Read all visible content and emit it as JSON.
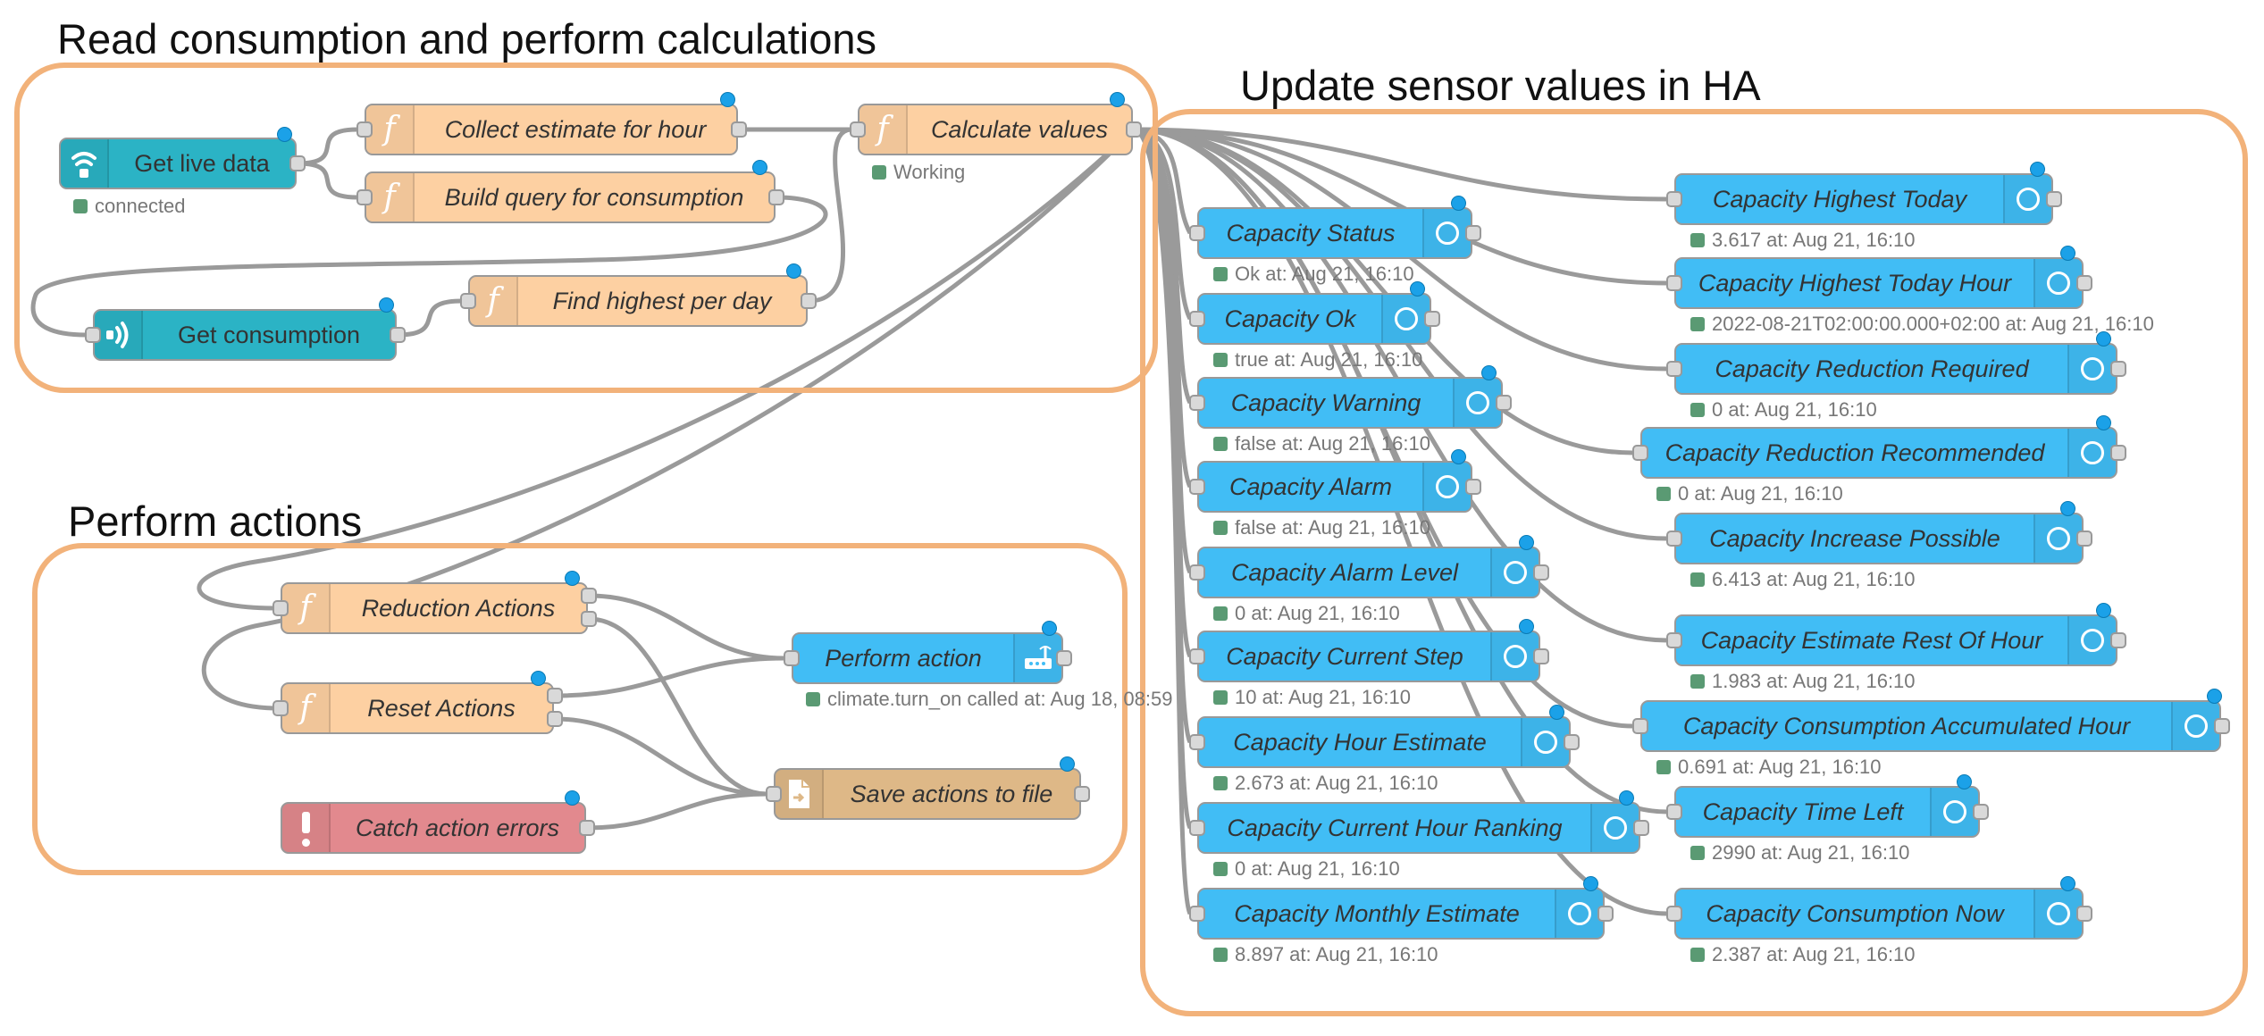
{
  "groups": [
    {
      "id": "read",
      "label": "Read consumption and perform calculations"
    },
    {
      "id": "update",
      "label": "Update sensor values in HA"
    },
    {
      "id": "actions",
      "label": "Perform actions"
    }
  ],
  "icons": {
    "function": "function-icon",
    "mqtt_in": "mqtt-in-icon",
    "mqtt_out": "mqtt-out-icon",
    "ha_entity": "ha-entity-icon",
    "service": "router-icon",
    "file": "file-icon",
    "catch": "exclamation-icon"
  },
  "colors": {
    "group_border": "#f2b27a",
    "function": "#fdd0a2",
    "ha_entity": "#41bdf5",
    "mqtt": "#2bb3c5",
    "file": "#deb887",
    "catch": "#e2898e",
    "status_ok": "#5a9a73",
    "changed_dot": "#1ba1e8",
    "wire": "#999999"
  },
  "nodes": {
    "get_live_data": {
      "label": "Get live data",
      "status": "connected"
    },
    "collect_estimate": {
      "label": "Collect estimate for hour"
    },
    "build_query": {
      "label": "Build query for consumption"
    },
    "calculate_values": {
      "label": "Calculate values",
      "status": "Working"
    },
    "get_consumption": {
      "label": "Get consumption"
    },
    "find_highest": {
      "label": "Find highest per day"
    },
    "reduction_actions": {
      "label": "Reduction Actions"
    },
    "reset_actions": {
      "label": "Reset Actions"
    },
    "catch_errors": {
      "label": "Catch action errors"
    },
    "perform_action": {
      "label": "Perform action",
      "status": "climate.turn_on called at: Aug 18, 08:59"
    },
    "save_actions": {
      "label": "Save actions to file"
    },
    "cap_status": {
      "label": "Capacity Status",
      "status": "Ok at: Aug 21, 16:10"
    },
    "cap_ok": {
      "label": "Capacity Ok",
      "status": "true at: Aug 21, 16:10"
    },
    "cap_warning": {
      "label": "Capacity Warning",
      "status": "false at: Aug 21, 16:10"
    },
    "cap_alarm": {
      "label": "Capacity Alarm",
      "status": "false at: Aug 21, 16:10"
    },
    "cap_alarm_level": {
      "label": "Capacity Alarm Level",
      "status": "0 at: Aug 21, 16:10"
    },
    "cap_current_step": {
      "label": "Capacity Current Step",
      "status": "10 at: Aug 21, 16:10"
    },
    "cap_hour_estimate": {
      "label": "Capacity Hour Estimate",
      "status": "2.673 at: Aug 21, 16:10"
    },
    "cap_hour_ranking": {
      "label": "Capacity Current Hour Ranking",
      "status": "0 at: Aug 21, 16:10"
    },
    "cap_monthly": {
      "label": "Capacity Monthly Estimate",
      "status": "8.897 at: Aug 21, 16:10"
    },
    "cap_highest_today": {
      "label": "Capacity Highest Today",
      "status": "3.617 at: Aug 21, 16:10"
    },
    "cap_highest_today_hour": {
      "label": "Capacity Highest Today Hour",
      "status": "2022-08-21T02:00:00.000+02:00 at: Aug 21, 16:10"
    },
    "cap_reduction_required": {
      "label": "Capacity Reduction Required",
      "status": "0 at: Aug 21, 16:10"
    },
    "cap_reduction_recommended": {
      "label": "Capacity Reduction Recommended",
      "status": "0 at: Aug 21, 16:10"
    },
    "cap_increase_possible": {
      "label": "Capacity Increase Possible",
      "status": "6.413 at: Aug 21, 16:10"
    },
    "cap_estimate_rest": {
      "label": "Capacity Estimate Rest Of Hour",
      "status": "1.983 at: Aug 21, 16:10"
    },
    "cap_accumulated": {
      "label": "Capacity Consumption Accumulated Hour",
      "status": "0.691 at: Aug 21, 16:10"
    },
    "cap_time_left": {
      "label": "Capacity Time Left",
      "status": "2990 at: Aug 21, 16:10"
    },
    "cap_consumption_now": {
      "label": "Capacity Consumption Now",
      "status": "2.387 at: Aug 21, 16:10"
    }
  }
}
